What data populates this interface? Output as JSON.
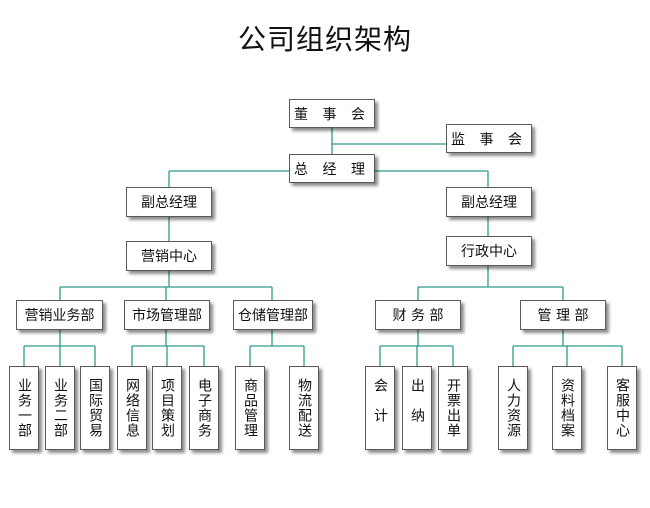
{
  "title": "公司组织架构",
  "colors": {
    "line": "#2e9a8e",
    "border": "#5a5a5a",
    "text": "#111111"
  },
  "nodes": {
    "board": "董 事 会",
    "supervisors": "监 事 会",
    "gm": "总 经 理",
    "vgm_left": "副总经理",
    "vgm_right": "副总经理",
    "marketing_center": "营销中心",
    "admin_center": "行政中心",
    "sales_dept": "营销业务部",
    "market_dept": "市场管理部",
    "warehouse_dept": "仓储管理部",
    "finance_dept": "财 务 部",
    "management_dept": "管 理 部",
    "sales_1": "业务一部",
    "sales_2": "业务二部",
    "intl_trade": "国际贸易",
    "network_info": "网络信息",
    "project_planning": "项目策划",
    "ecommerce": "电子商务",
    "goods_management": "商品管理",
    "logistics": "物流配送",
    "accounting": "会计",
    "cashier": "出纳",
    "invoicing": "开票出单",
    "hr": "人力资源",
    "archives": "资料档案",
    "customer_service": "客服中心"
  }
}
